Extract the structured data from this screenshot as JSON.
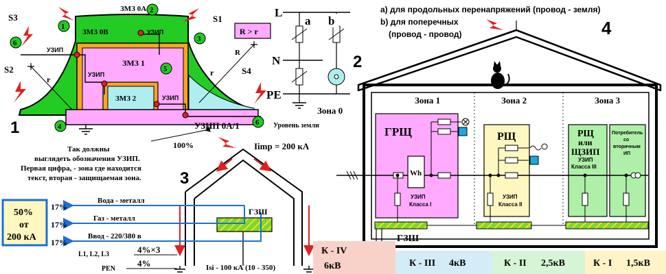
{
  "panel1": {
    "number": "1",
    "zone0a_top": "ЗМЗ 0А",
    "zone0b": "ЗМЗ 0В",
    "zone1": "ЗМЗ 1",
    "zone2": "ЗМЗ 2",
    "uzip": "УЗИП",
    "uzip_main": "УЗИП 0А/1",
    "ground_level": "Уровень земли",
    "rule": "R > r",
    "S1": "S1",
    "S2": "S2",
    "S3": "S3",
    "S4": "S4",
    "r": "r",
    "R": "R",
    "markers": [
      "1",
      "2",
      "3",
      "4",
      "5",
      "6",
      "6"
    ],
    "caption": [
      "Так должны",
      "выглядеть обозначения УЗИП.",
      "Первая цифра, - зона где находится",
      "текст, вторая - защищаемая зона."
    ]
  },
  "panel2": {
    "number": "2",
    "L": "L",
    "N": "N",
    "PE": "PE",
    "a": "a",
    "b": "b",
    "zone0": "Зона 0"
  },
  "panel3": {
    "number": "3",
    "percent": "100%",
    "iimp": "Iimp = 200 кА",
    "gzsh": "ГЗШ",
    "rows": [
      "Вода - металл",
      "Газ - металл",
      "Ввод - 220/380 в"
    ],
    "row_percent": [
      "17%",
      "17%",
      "17%"
    ],
    "box_percent": "50%",
    "box_ot": "от",
    "box_ka": "200 кА",
    "l123": "L1, L2, L3",
    "l_val": "4%×3",
    "pen": "PEN",
    "pen_val": "4%",
    "isi": "Isi - 100 кА (10 - 350)"
  },
  "panel4": {
    "number": "4",
    "legend_a": "a)  для продольных  перенапряжений  (провод - земля)",
    "legend_b1": "b)  для поперечных",
    "legend_b2": "(провод - провод)",
    "zones": [
      "Зона 1",
      "Зона 2",
      "Зона 3"
    ],
    "grsch": "ГРЩ",
    "rsch": "РЩ",
    "rsch3_a": "РЩ",
    "rsch3_b": "или",
    "rsch3_c": "ЩЗИП",
    "wh": "Wh",
    "uzip1_a": "УЗИП",
    "uzip1_b": "Класса I",
    "uzip2_a": "УЗИП",
    "uzip2_b": "Класса II",
    "uzip3_a": "УЗИП",
    "uzip3_b": "Класса III",
    "consumer": [
      "Потребитель",
      "со",
      "вторичным",
      "ИП"
    ],
    "gzsh": "ГЗШ",
    "classes": [
      {
        "name": "К - IV",
        "value": "6кВ",
        "color": "#f8d2c8"
      },
      {
        "name": "К - III",
        "value": "4кВ",
        "color": "#d4ecf7"
      },
      {
        "name": "К - II",
        "value": "2,5кВ",
        "color": "#d6f5d6"
      },
      {
        "name": "К - I",
        "value": "1,5кВ",
        "color": "#fff3c8"
      }
    ]
  },
  "colors": {
    "green": "#22cc22",
    "magenta": "#ffaaff",
    "orange": "#f5a623",
    "cyan": "#aeeef0",
    "red": "#e02020",
    "gzsh_green": "#7ad63a",
    "yellow_box": "#fff7c0",
    "light_green_box": "#aef0a8",
    "blue": "#1b6fd6"
  }
}
